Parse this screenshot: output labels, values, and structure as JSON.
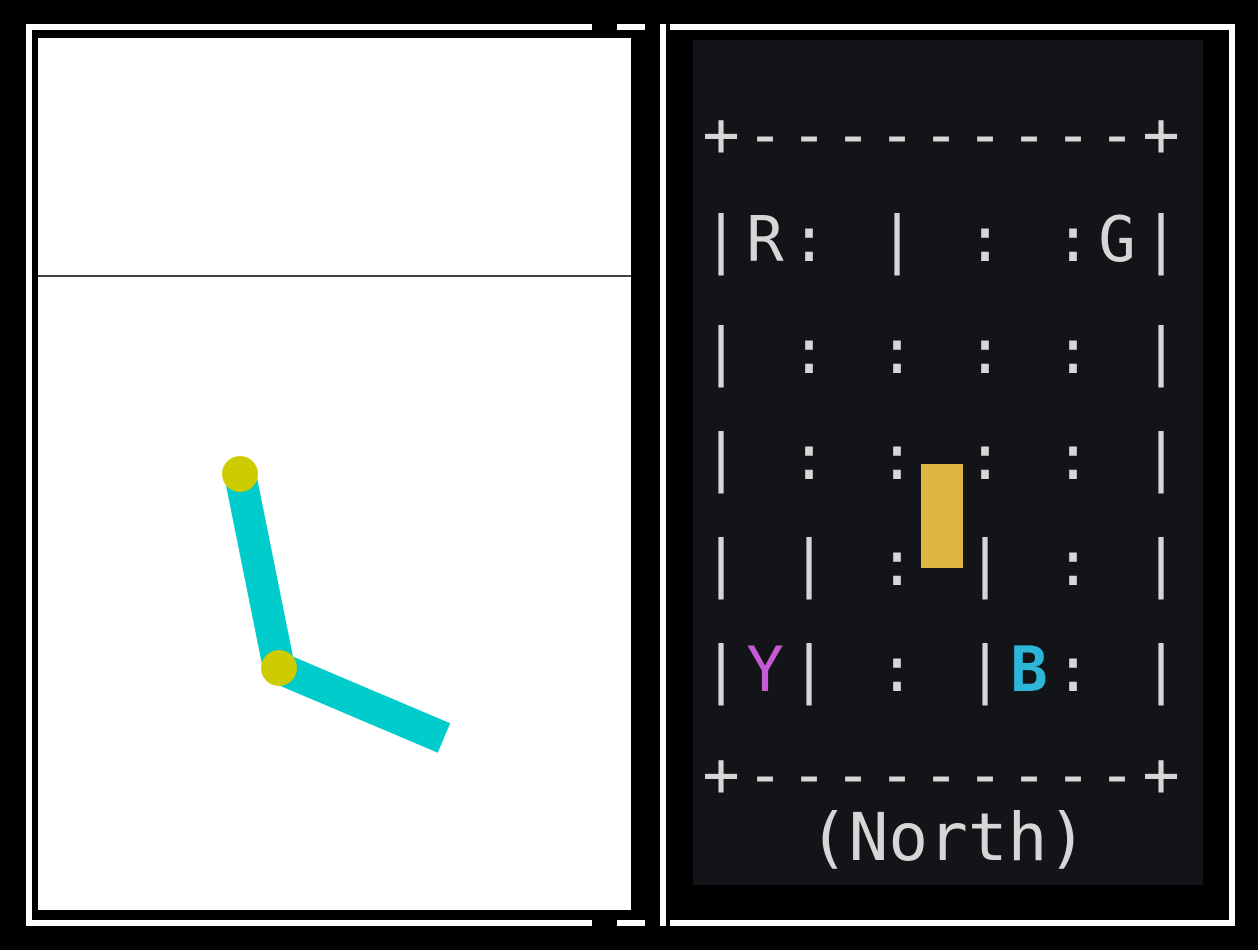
{
  "acrobot": {
    "link_color": "#00cccc",
    "joint_color": "#cccc00",
    "background": "#ffffff",
    "target_line_color": "#000000"
  },
  "taxi": {
    "colors": {
      "text": "#d6d6d6",
      "background": "#121418",
      "taxi": "#e0b441",
      "passenger_Y": "#c45ad4",
      "destination_B": "#2eb6d8"
    },
    "rows": [
      "+---------+",
      "|R: | : :G|",
      "| : : : : |",
      "| : : : : |",
      "| | : | : |",
      "|Y| : |B: |",
      "+---------+"
    ],
    "action": "(North)"
  }
}
